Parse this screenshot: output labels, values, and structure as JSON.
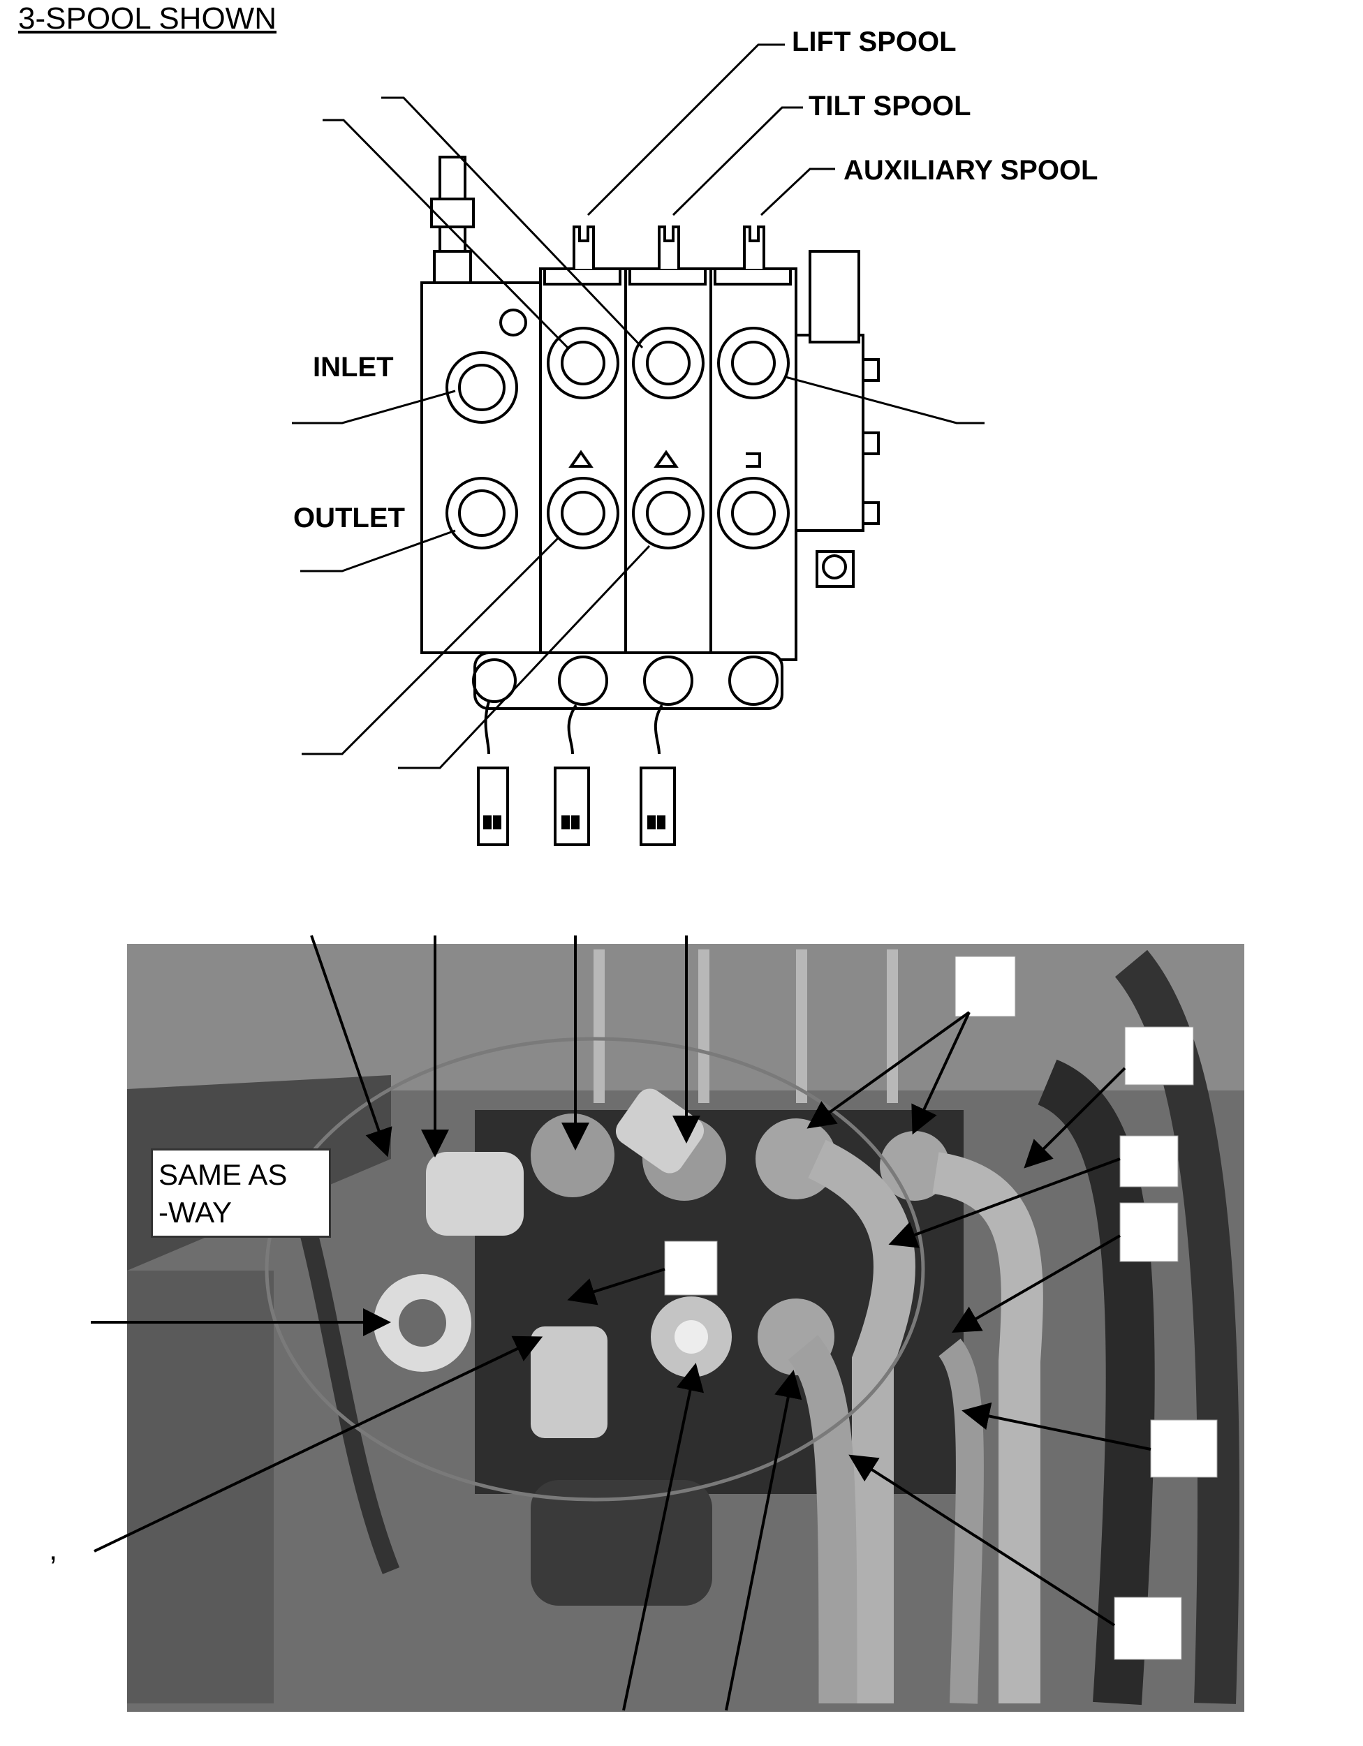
{
  "diagram_title": "3-SPOOL SHOWN",
  "callouts": {
    "lift_spool": "LIFT SPOOL",
    "tilt_spool": "TILT SPOOL",
    "auxiliary_spool": "AUXILIARY SPOOL",
    "inlet": "INLET",
    "outlet": "OUTLET"
  },
  "photo_note": [
    "SAME AS",
    " -WAY"
  ],
  "stray_mark": ",",
  "colors": {
    "ink": "#000000",
    "photo_gray": "#6e6e6e",
    "circle_highlight": "#7a7a7a"
  }
}
